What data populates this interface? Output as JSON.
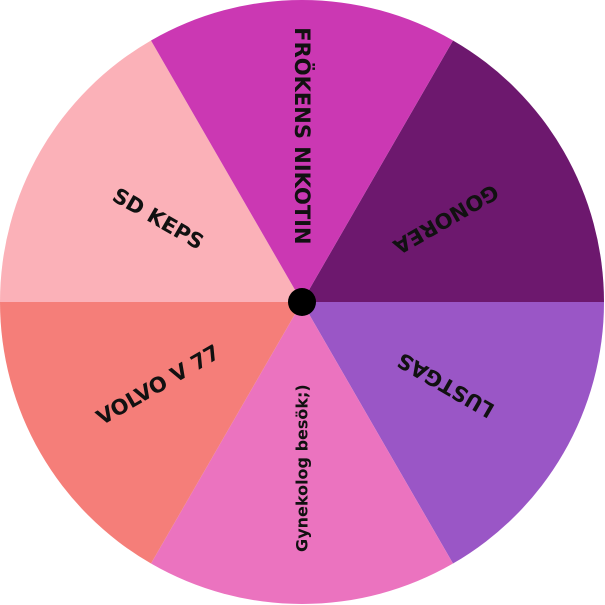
{
  "wheel": {
    "segments": [
      {
        "label": "GONOREA",
        "color": "#6d186e",
        "label_style": "caps"
      },
      {
        "label": "LUSTGAS",
        "color": "#9a56c6",
        "label_style": "caps"
      },
      {
        "label": "Gynekolog besök;)",
        "color": "#eb73bf",
        "label_style": "mixed"
      },
      {
        "label": "VOLVO V 77",
        "color": "#f57e79",
        "label_style": "caps"
      },
      {
        "label": "SD KEPS",
        "color": "#fbb1b8",
        "label_style": "caps"
      },
      {
        "label": "FRÖKENS NIKOTIN",
        "color": "#cb38b3",
        "label_style": "caps"
      }
    ],
    "hub_color": "#000000"
  }
}
